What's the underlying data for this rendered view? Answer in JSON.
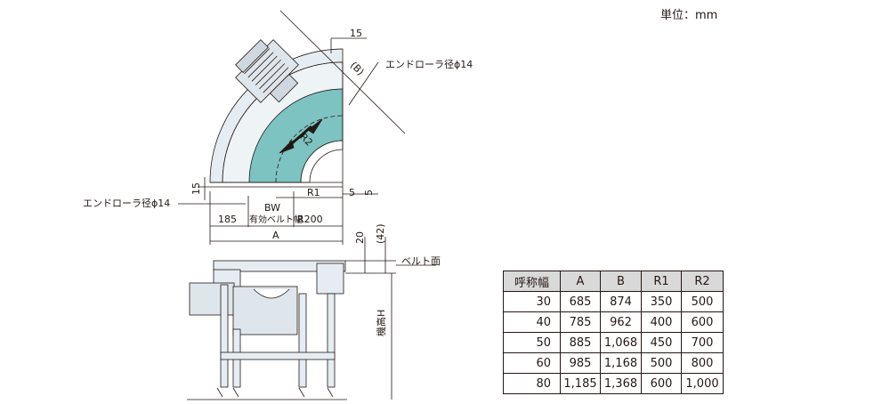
{
  "unit_label": "単位：mm",
  "top_view": {
    "dim_15_top": "15",
    "dim_B": "(B)",
    "end_roller_top": "エンドローラ径ϕ14",
    "dim_R2": "R2",
    "end_roller_left": "エンドローラ径ϕ14",
    "dim_15_left": "15",
    "dim_R1": "R1",
    "dim_5a": "5",
    "dim_5b": "5",
    "dim_185": "185",
    "dim_BW": "BW",
    "effective_belt_width": "有効ベルト幅",
    "dim_R200": "R200",
    "dim_A": "A"
  },
  "side_view": {
    "dim_20": "20",
    "dim_42": "(42)",
    "belt_surface": "ベルト面",
    "machine_height": "機高H"
  },
  "table": {
    "headers": [
      "呼称幅",
      "A",
      "B",
      "R1",
      "R2"
    ],
    "rows": [
      [
        "30",
        "685",
        "874",
        "350",
        "500"
      ],
      [
        "40",
        "785",
        "962",
        "400",
        "600"
      ],
      [
        "50",
        "885",
        "1,068",
        "450",
        "700"
      ],
      [
        "60",
        "985",
        "1,168",
        "500",
        "800"
      ],
      [
        "80",
        "1,185",
        "1,368",
        "600",
        "1,000"
      ]
    ]
  },
  "colors": {
    "belt": "#7cc3c1",
    "frame": "#e6edf2",
    "line": "#231815"
  }
}
